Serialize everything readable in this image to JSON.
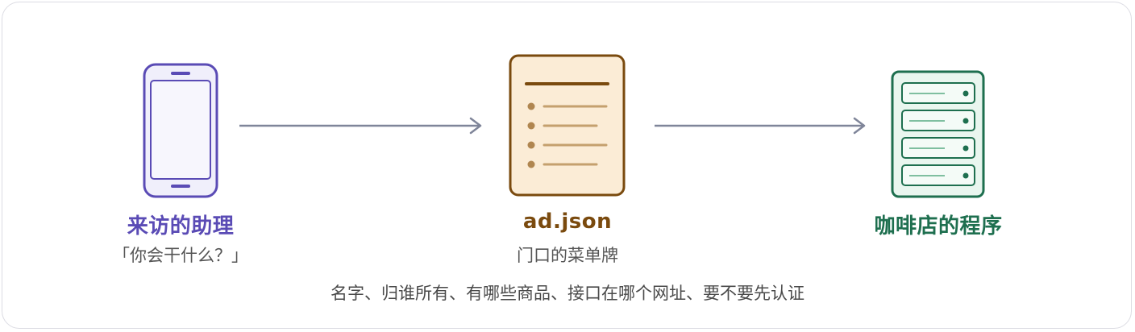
{
  "nodes": {
    "visitor": {
      "title": "来访的助理",
      "subtitle": "「你会干什么？」",
      "icon": "smartphone-icon",
      "color": "#5a4bb5",
      "fill": "#f0effb"
    },
    "menu": {
      "title": "ad.json",
      "subtitle": "门口的菜单牌",
      "icon": "document-list-icon",
      "color": "#7a4a0e",
      "fill": "#fbecd6",
      "line_color": "#c4a06e"
    },
    "server": {
      "title": "咖啡店的程序",
      "icon": "server-rack-icon",
      "color": "#1e6f4f",
      "fill": "#e9f6ef"
    }
  },
  "arrow_color": "#7f8599",
  "caption": "名字、归谁所有、有哪些商品、接口在哪个网址、要不要先认证"
}
